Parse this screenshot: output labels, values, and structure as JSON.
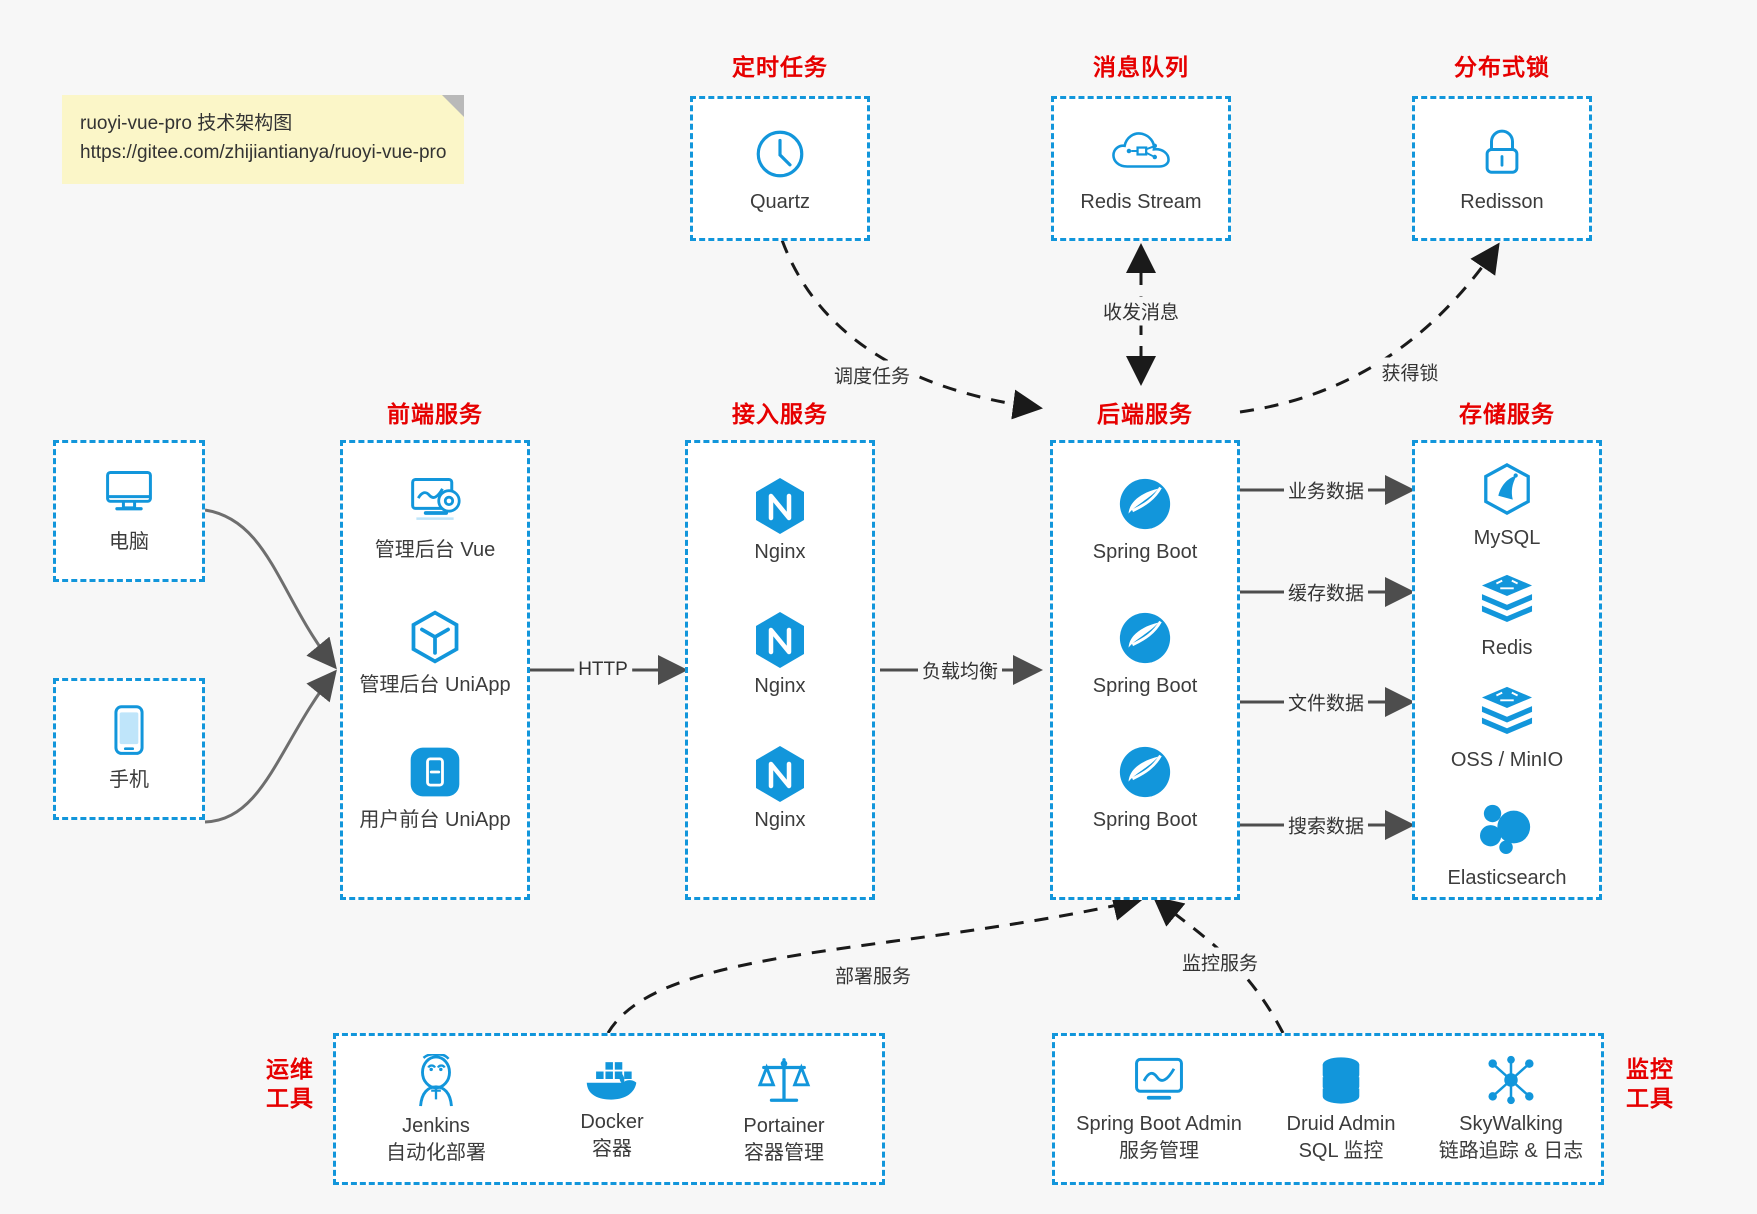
{
  "note": {
    "line1": "ruoyi-vue-pro 技术架构图",
    "line2": "https://gitee.com/zhijiantianya/ruoyi-vue-pro"
  },
  "colors": {
    "accent": "#1296db",
    "title_red": "#e60000",
    "background": "#f7f7f7",
    "box_fill": "#ffffff",
    "edge_solid": "#4d4d4d",
    "edge_dashed": "#1a1a1a"
  },
  "groups": {
    "scheduled_task": {
      "title": "定时任务",
      "nodes": [
        {
          "label": "Quartz",
          "icon": "clock-icon"
        }
      ]
    },
    "message_queue": {
      "title": "消息队列",
      "nodes": [
        {
          "label": "Redis Stream",
          "icon": "cloud-network-icon"
        }
      ]
    },
    "distributed_lock": {
      "title": "分布式锁",
      "nodes": [
        {
          "label": "Redisson",
          "icon": "lock-icon"
        }
      ]
    },
    "clients": {
      "nodes": [
        {
          "label": "电脑",
          "icon": "desktop-monitor-icon"
        },
        {
          "label": "手机",
          "icon": "mobile-phone-icon"
        }
      ]
    },
    "frontend": {
      "title": "前端服务",
      "nodes": [
        {
          "label": "管理后台 Vue",
          "icon": "dashboard-gear-icon"
        },
        {
          "label": "管理后台 UniApp",
          "icon": "cube-icon"
        },
        {
          "label": "用户前台 UniApp",
          "icon": "app-square-icon"
        }
      ]
    },
    "gateway": {
      "title": "接入服务",
      "nodes": [
        {
          "label": "Nginx",
          "icon": "nginx-icon"
        },
        {
          "label": "Nginx",
          "icon": "nginx-icon"
        },
        {
          "label": "Nginx",
          "icon": "nginx-icon"
        }
      ]
    },
    "backend": {
      "title": "后端服务",
      "nodes": [
        {
          "label": "Spring Boot",
          "icon": "spring-boot-icon"
        },
        {
          "label": "Spring Boot",
          "icon": "spring-boot-icon"
        },
        {
          "label": "Spring Boot",
          "icon": "spring-boot-icon"
        }
      ]
    },
    "storage": {
      "title": "存储服务",
      "nodes": [
        {
          "label": "MySQL",
          "icon": "mysql-icon"
        },
        {
          "label": "Redis",
          "icon": "redis-stack-icon"
        },
        {
          "label": "OSS / MinIO",
          "icon": "oss-stack-icon"
        },
        {
          "label": "Elasticsearch",
          "icon": "elasticsearch-icon"
        }
      ]
    },
    "devops": {
      "title_line1": "运维",
      "title_line2": "工具",
      "nodes": [
        {
          "label": "Jenkins",
          "sublabel": "自动化部署",
          "icon": "jenkins-icon"
        },
        {
          "label": "Docker",
          "sublabel": "容器",
          "icon": "docker-icon"
        },
        {
          "label": "Portainer",
          "sublabel": "容器管理",
          "icon": "portainer-scale-icon"
        }
      ]
    },
    "monitoring": {
      "title_line1": "监控",
      "title_line2": "工具",
      "nodes": [
        {
          "label": "Spring Boot Admin",
          "sublabel": "服务管理",
          "icon": "monitor-chart-icon"
        },
        {
          "label": "Druid Admin",
          "sublabel": "SQL 监控",
          "icon": "database-icon"
        },
        {
          "label": "SkyWalking",
          "sublabel": "链路追踪 & 日志",
          "icon": "skywalking-icon"
        }
      ]
    }
  },
  "edges": [
    {
      "label": "调度任务",
      "from": "scheduled_task",
      "to": "backend",
      "style": "dashed"
    },
    {
      "label": "收发消息",
      "from": "message_queue",
      "to": "backend",
      "style": "dashed"
    },
    {
      "label": "获得锁",
      "from": "backend",
      "to": "distributed_lock",
      "style": "dashed"
    },
    {
      "label": "HTTP",
      "from": "frontend",
      "to": "gateway",
      "style": "solid"
    },
    {
      "label": "负载均衡",
      "from": "gateway",
      "to": "backend",
      "style": "solid"
    },
    {
      "label": "业务数据",
      "from": "backend",
      "to": "storage",
      "style": "solid"
    },
    {
      "label": "缓存数据",
      "from": "backend",
      "to": "storage",
      "style": "solid"
    },
    {
      "label": "文件数据",
      "from": "backend",
      "to": "storage",
      "style": "solid"
    },
    {
      "label": "搜索数据",
      "from": "backend",
      "to": "storage",
      "style": "solid"
    },
    {
      "label": "部署服务",
      "from": "devops",
      "to": "backend",
      "style": "dashed"
    },
    {
      "label": "监控服务",
      "from": "monitoring",
      "to": "backend",
      "style": "dashed"
    }
  ]
}
